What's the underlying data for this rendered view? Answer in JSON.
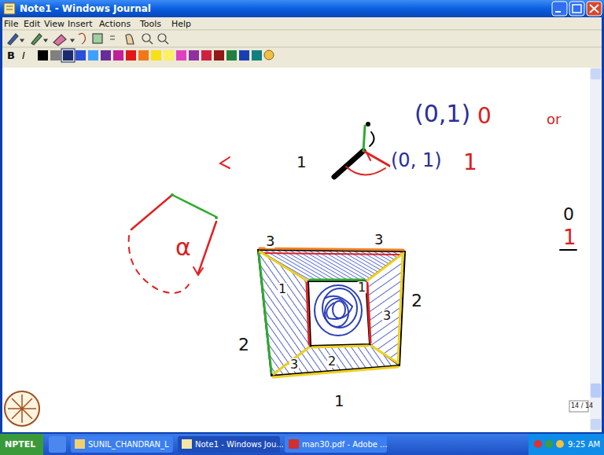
{
  "diagram": {
    "title": "Note1 - Windows Journal",
    "labels": [
      "File",
      "Edit",
      "View",
      "Insert",
      "Actions",
      "Tools",
      "Help",
      "B",
      "I",
      "(0,1)",
      "0",
      "or",
      "(0, 1)",
      "1",
      "0",
      "1",
      "α",
      "1",
      "3",
      "3",
      "2",
      "1",
      "1",
      "2",
      "3",
      "3",
      "2",
      "1",
      "14 / 14",
      "NPTEL",
      "SUNIL_CHANDRAN_L",
      "Note1 - Windows Jou...",
      "man30.pdf - Adobe ...",
      "9:25 AM"
    ]
  }
}
